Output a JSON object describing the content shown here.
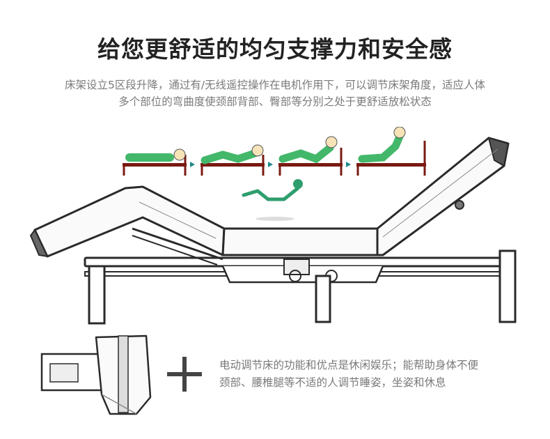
{
  "header": {
    "title": "给您更舒适的均匀支撑力和安全感",
    "subtitle_line1": "床架设立5区段升降，通过有/无线遥控操作在电机作用下，可以调节床架角度，适应人体",
    "subtitle_line2": "多个部位的弯曲度使颈部背部、臀部等分别之处于更舒适放松状态"
  },
  "note": {
    "line1": "电动调节床的功能和优点是休闲娱乐；能帮助身体不便",
    "line2": "颈部、腰椎腿等不适的人调节睡姿，坐姿和休息"
  },
  "colors": {
    "accent_green": "#2e9e6e",
    "figure_green": "#43b86a",
    "bed_red": "#7a1a12",
    "line_dark": "#333333",
    "text_gray": "#7a7a7a"
  },
  "icons": {
    "plus": "plus-icon",
    "arrow": "arrow-right-icon",
    "posture": "posture-icon"
  }
}
